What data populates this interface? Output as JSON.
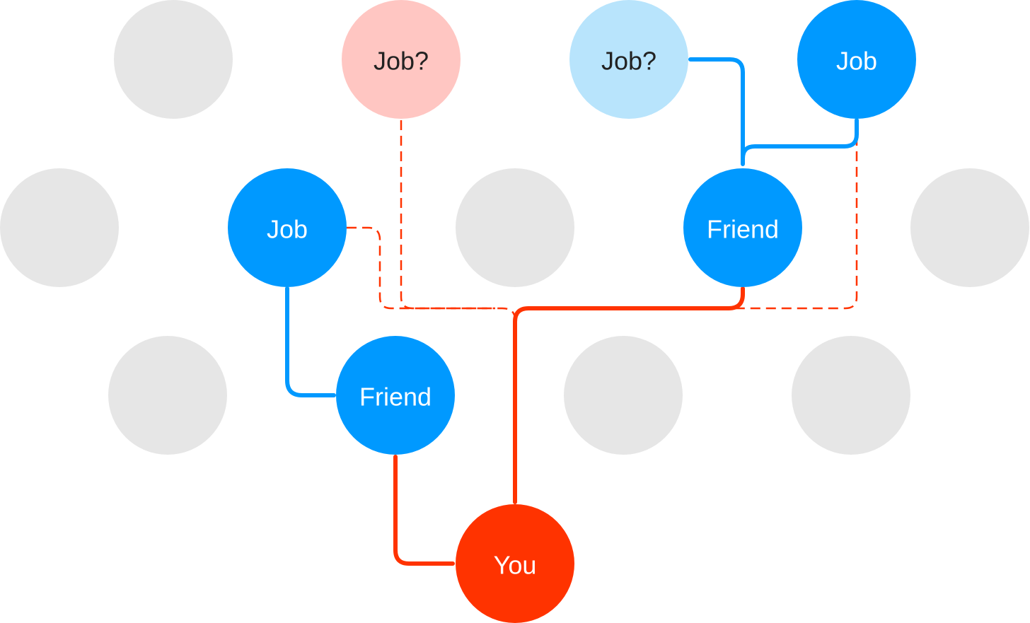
{
  "colors": {
    "background": "#ffffff",
    "empty_node": "#e6e6e6",
    "blue": "#0099ff",
    "light_blue": "#b8e4fc",
    "pink": "#ffc6c2",
    "red": "#ff3300",
    "dashed": "#ff3300",
    "white_text": "#ffffff",
    "dark_text": "#222222"
  },
  "nodes": {
    "job_question_pink": {
      "label": "Job?",
      "fill": "#ffc6c2",
      "text_color": "#222222"
    },
    "job_question_blue": {
      "label": "Job?",
      "fill": "#b8e4fc",
      "text_color": "#222222"
    },
    "job_top_right": {
      "label": "Job",
      "fill": "#0099ff",
      "text_color": "#ffffff"
    },
    "job_left": {
      "label": "Job",
      "fill": "#0099ff",
      "text_color": "#ffffff"
    },
    "friend_right": {
      "label": "Friend",
      "fill": "#0099ff",
      "text_color": "#ffffff"
    },
    "friend_left": {
      "label": "Friend",
      "fill": "#0099ff",
      "text_color": "#ffffff"
    },
    "you": {
      "label": "You",
      "fill": "#ff3300",
      "text_color": "#ffffff"
    }
  }
}
